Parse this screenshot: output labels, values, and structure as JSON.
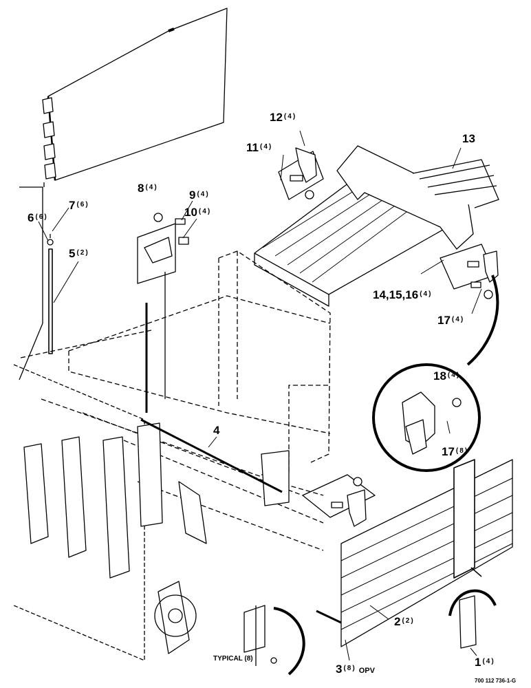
{
  "callouts": [
    {
      "id": "1",
      "num": "1",
      "qty": "(4)"
    },
    {
      "id": "2",
      "num": "2",
      "qty": "(2)"
    },
    {
      "id": "3",
      "num": "3",
      "qty": "(8)",
      "suffix": "OPV"
    },
    {
      "id": "4",
      "num": "4",
      "qty": ""
    },
    {
      "id": "5",
      "num": "5",
      "qty": "(2)"
    },
    {
      "id": "6",
      "num": "6",
      "qty": "(6)"
    },
    {
      "id": "7",
      "num": "7",
      "qty": "(6)"
    },
    {
      "id": "8",
      "num": "8",
      "qty": "(4)"
    },
    {
      "id": "9",
      "num": "9",
      "qty": "(4)"
    },
    {
      "id": "10",
      "num": "10",
      "qty": "(4)"
    },
    {
      "id": "11",
      "num": "11",
      "qty": "(4)"
    },
    {
      "id": "12",
      "num": "12",
      "qty": "(4)"
    },
    {
      "id": "13",
      "num": "13",
      "qty": ""
    },
    {
      "id": "14",
      "num": "14,15,16",
      "qty": "(4)"
    },
    {
      "id": "17",
      "num": "17",
      "qty": "(4)"
    },
    {
      "id": "17b",
      "num": "17",
      "qty": "(8)"
    },
    {
      "id": "18",
      "num": "18",
      "qty": "(4)"
    }
  ],
  "typical_label": "TYPICAL (8)",
  "document_number": "700 112 736-1-G"
}
